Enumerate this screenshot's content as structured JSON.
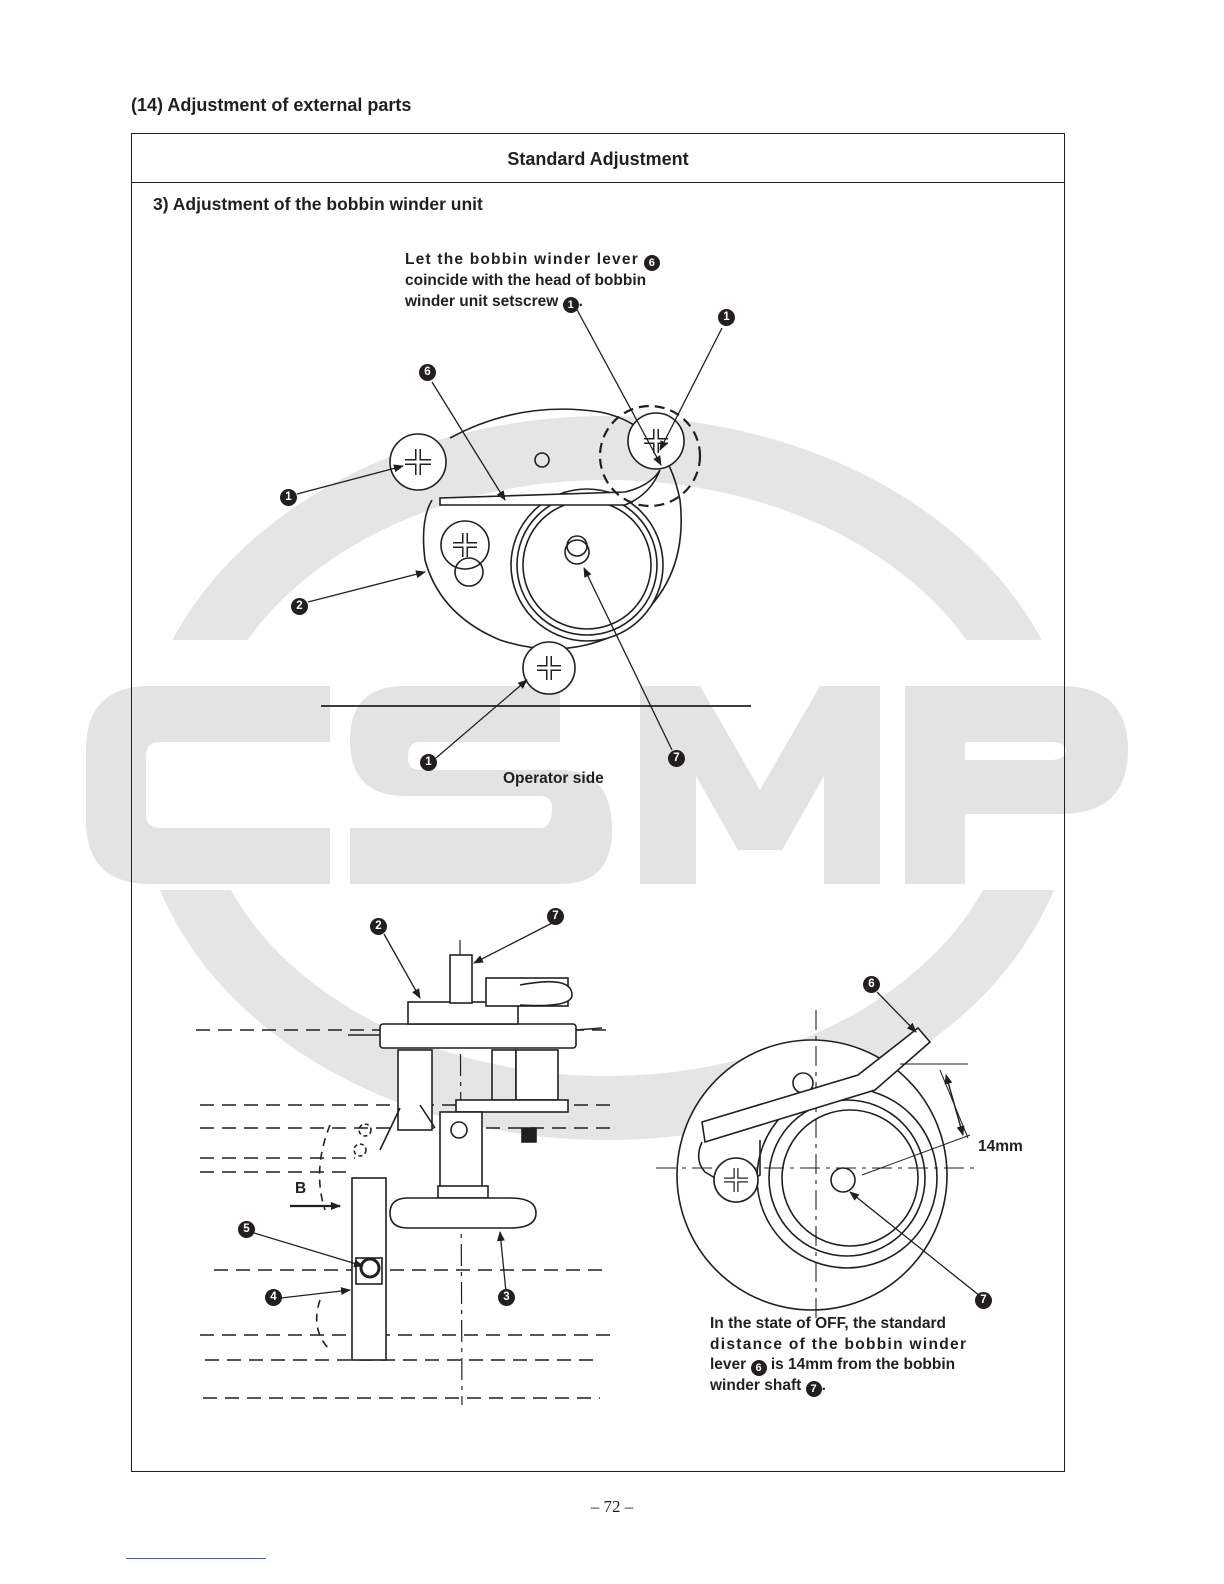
{
  "section": {
    "title": "(14)  Adjustment of external parts"
  },
  "table": {
    "header": "Standard Adjustment"
  },
  "subsection": {
    "title": "3)   Adjustment of the bobbin winder unit"
  },
  "watermark": {
    "text": "CSMP",
    "color": "#e6e6e6"
  },
  "note_top": {
    "line1_pre": "Let the bobbin winder lever",
    "line1_ref": "6",
    "line2": "coincide with the head of bobbin",
    "line3_pre": "winder unit setscrew",
    "line3_ref": "1",
    "line3_post": "."
  },
  "labels": {
    "setscrew": "1",
    "plate": "2",
    "handwheel": "3",
    "lever_bracket": "4",
    "bracket_screw": "5",
    "winder_lever": "6",
    "winder_shaft": "7"
  },
  "operator_side": "Operator side",
  "arrow_label": "B",
  "distance": "14mm",
  "note_bottom": {
    "line1": "In the state of OFF, the standard",
    "line2": "distance of the bobbin winder",
    "line3_pre": "lever",
    "line3_ref": "6",
    "line3_post": "is 14mm from the bobbin",
    "line4_pre": "winder shaft",
    "line4_ref": "7",
    "line4_post": "."
  },
  "page_number": "– 72 –"
}
